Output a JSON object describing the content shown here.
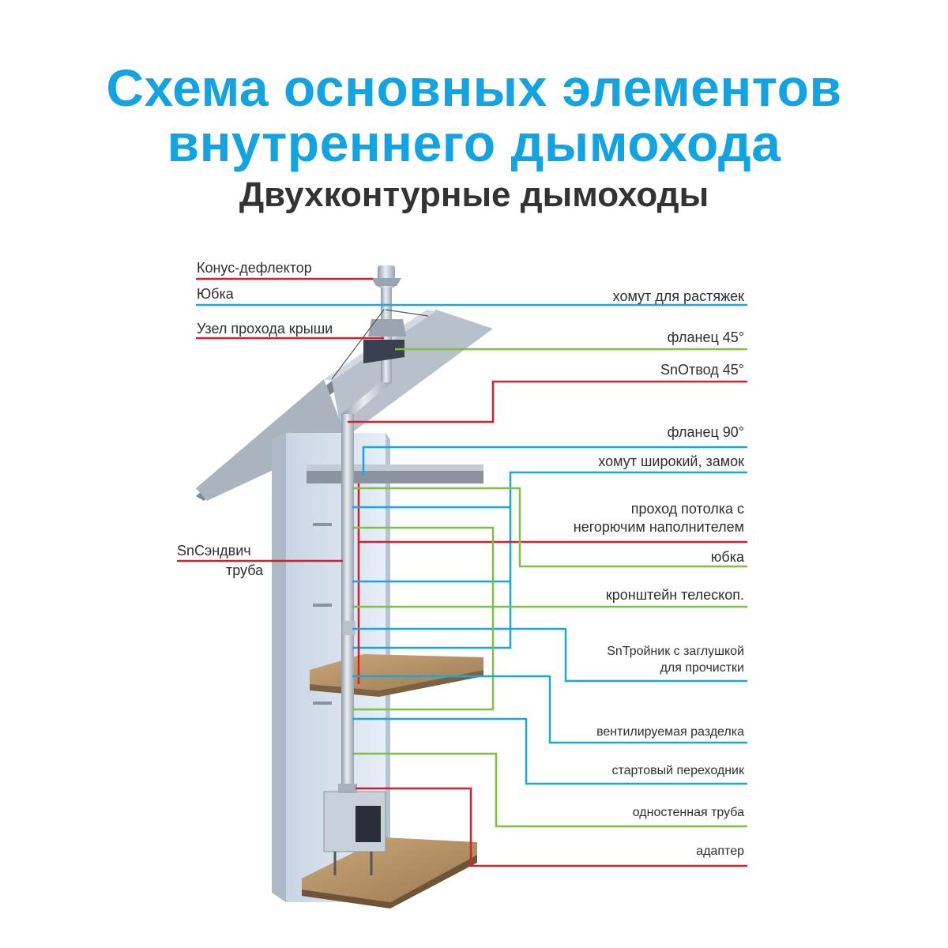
{
  "header": {
    "title_line1": "Схема основных элементов",
    "title_line2": "внутреннего дымохода",
    "subtitle": "Двухконтурные дымоходы"
  },
  "colors": {
    "title": "#12a3e3",
    "subtitle": "#333333",
    "line_red": "#d81e2a",
    "line_blue": "#1aa7e0",
    "line_green": "#7cc142",
    "wall": "#dfe8f3",
    "floor_wood": "#b8956a"
  },
  "labels_left": {
    "cone_deflector": "Конус-дефлектор",
    "skirt_top": "Юбка",
    "roof_passage": "Узел прохода крыши",
    "sandwich_line1": "SnСэндвич",
    "sandwich_line2": "труба"
  },
  "labels_right": {
    "stretch_clamp": "хомут для растяжек",
    "flange_45": "фланец 45°",
    "elbow_45": "SnОтвод 45°",
    "flange_90": "фланец 90°",
    "wide_clamp": "хомут широкий, замок",
    "ceiling_passage_line1": "проход потолка с",
    "ceiling_passage_line2": "негорючим наполнителем",
    "skirt": "юбка",
    "bracket": "кронштейн телескоп.",
    "tee_line1": "SnТройник с заглушкой",
    "tee_line2": "для прочистки",
    "ventilated_cut": "вентилируемая разделка",
    "start_adapter": "стартовый переходник",
    "single_pipe": "одностенная труба",
    "adapter": "адаптер"
  }
}
